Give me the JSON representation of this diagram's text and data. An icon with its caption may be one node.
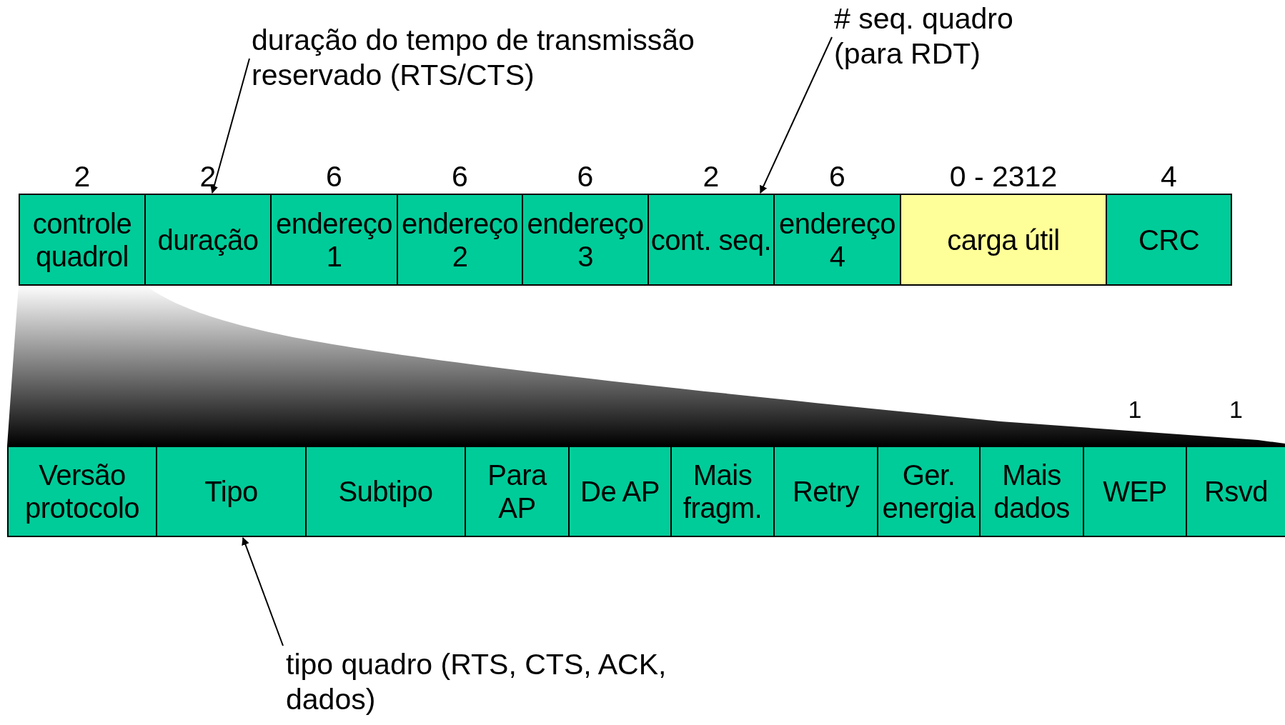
{
  "diagram": {
    "nodes": [
      {
        "text": [
          "duração do tempo de transmissão reservado (RTS/CTS)"
        ]
      },
      {
        "text": [
          "# seq. quadro (para RDT)"
        ]
      },
      {
        "text": [
          "controle quadrol"
        ],
        "beside": [
          "2"
        ]
      },
      {
        "text": [
          "duração"
        ],
        "beside": [
          "2"
        ]
      },
      {
        "text": [
          "endereço 1"
        ],
        "beside": [
          "6"
        ]
      },
      {
        "text": [
          "endereço 2"
        ],
        "beside": [
          "6"
        ]
      },
      {
        "text": [
          "endereço 3"
        ],
        "beside": [
          "6"
        ]
      },
      {
        "text": [
          "cont. seq."
        ],
        "beside": [
          "2"
        ]
      },
      {
        "text": [
          "endereço 4"
        ],
        "beside": [
          "6"
        ]
      },
      {
        "text": [
          "carga útil"
        ],
        "beside": [
          "0 - 2312"
        ]
      },
      {
        "text": [
          "CRC"
        ],
        "beside": [
          "4"
        ]
      },
      {
        "text": [
          "Versão protocolo"
        ]
      },
      {
        "text": [
          "Tipo"
        ]
      },
      {
        "text": [
          "Subtipo"
        ]
      },
      {
        "text": [
          "Para AP"
        ]
      },
      {
        "text": [
          "De AP"
        ]
      },
      {
        "text": [
          "Mais fragm."
        ]
      },
      {
        "text": [
          "Retry"
        ]
      },
      {
        "text": [
          "Ger. energia"
        ]
      },
      {
        "text": [
          "Mais dados"
        ]
      },
      {
        "text": [
          "WEP"
        ],
        "beside": [
          "1"
        ]
      },
      {
        "text": [
          "Rsvd"
        ],
        "beside": [
          "1"
        ]
      },
      {
        "text": [
          "tipo quadro (RTS, CTS, ACK, dados)"
        ]
      }
    ],
    "edges": [
      {
        "from": 0,
        "to": 3,
        "arrow": "to"
      },
      {
        "from": 1,
        "to": 7,
        "arrow": "to"
      },
      {
        "from": 22,
        "to": 12,
        "arrow": "to"
      }
    ]
  }
}
